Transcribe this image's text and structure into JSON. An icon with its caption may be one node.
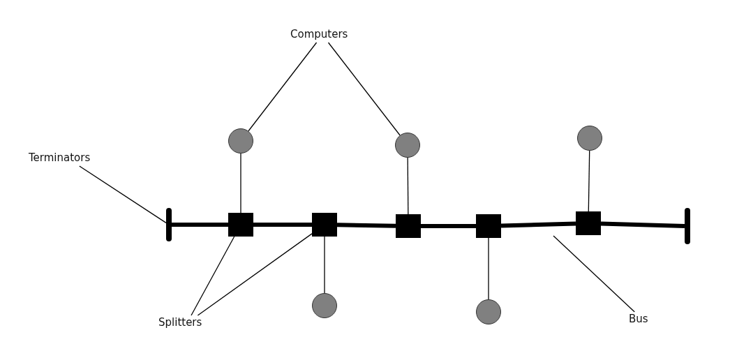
{
  "diagram": {
    "nodes": [
      {
        "text": [
          "Computers"
        ]
      },
      {
        "text": [
          "Terminators"
        ]
      },
      {
        "text": [
          "Splitters"
        ]
      },
      {
        "text": [
          "Bus"
        ]
      },
      {
        "text": [],
        "shape": "bar"
      },
      {
        "text": [],
        "shape": "box"
      },
      {
        "text": [],
        "shape": "box"
      },
      {
        "text": [],
        "shape": "box"
      },
      {
        "text": [],
        "shape": "box"
      },
      {
        "text": [],
        "shape": "box"
      },
      {
        "text": [],
        "shape": "bar"
      },
      {
        "text": [],
        "shape": "circle"
      },
      {
        "text": [],
        "shape": "circle"
      },
      {
        "text": [],
        "shape": "circle"
      },
      {
        "text": [],
        "shape": "circle"
      },
      {
        "text": [],
        "shape": "circle"
      }
    ],
    "edges": [
      {
        "from": 4,
        "to": 5,
        "arrow": "none",
        "style": "thick"
      },
      {
        "from": 5,
        "to": 6,
        "arrow": "none",
        "style": "thick"
      },
      {
        "from": 6,
        "to": 7,
        "arrow": "none",
        "style": "thick"
      },
      {
        "from": 7,
        "to": 8,
        "arrow": "none",
        "style": "thick"
      },
      {
        "from": 8,
        "to": 9,
        "arrow": "none",
        "style": "thick"
      },
      {
        "from": 9,
        "to": 10,
        "arrow": "none",
        "style": "thick"
      },
      {
        "from": 5,
        "to": 11,
        "arrow": "none"
      },
      {
        "from": 6,
        "to": 12,
        "arrow": "none"
      },
      {
        "from": 7,
        "to": 13,
        "arrow": "none"
      },
      {
        "from": 8,
        "to": 14,
        "arrow": "none"
      },
      {
        "from": 9,
        "to": 15,
        "arrow": "none"
      },
      {
        "from": 0,
        "to": 11,
        "arrow": "none"
      },
      {
        "from": 0,
        "to": 13,
        "arrow": "none"
      },
      {
        "from": 1,
        "to": 4,
        "arrow": "none"
      },
      {
        "from": 2,
        "to": 5,
        "arrow": "none"
      },
      {
        "from": 2,
        "to": 6,
        "arrow": "none"
      },
      {
        "from": 3,
        "to": null,
        "arrow": "none"
      }
    ]
  }
}
